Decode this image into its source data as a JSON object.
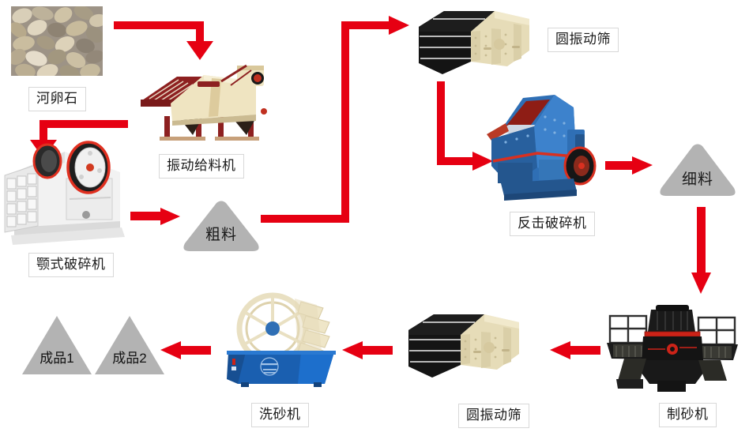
{
  "diagram": {
    "title": "River pebble sand making production line flow chart",
    "accent_color": "#E60012",
    "pile_color": "#B3B3B3",
    "background": "#FFFFFF"
  },
  "nodes": {
    "raw_material": {
      "label": "河卵石",
      "kind": "photo",
      "icon": "pebble-photo"
    },
    "vibrating_feeder": {
      "label": "振动给料机",
      "kind": "machine",
      "icon": "vibrating-feeder-icon"
    },
    "jaw_crusher": {
      "label": "颚式破碎机",
      "kind": "machine",
      "icon": "jaw-crusher-icon"
    },
    "coarse_material": {
      "label": "粗料",
      "kind": "pile",
      "icon": "material-pile-icon"
    },
    "circular_screen_top": {
      "label": "圆振动筛",
      "kind": "machine",
      "icon": "circular-vibrating-screen-icon"
    },
    "impact_crusher": {
      "label": "反击破碎机",
      "kind": "machine",
      "icon": "impact-crusher-icon"
    },
    "fine_material": {
      "label": "细料",
      "kind": "pile",
      "icon": "material-pile-icon"
    },
    "sand_making_machine": {
      "label": "制砂机",
      "kind": "machine",
      "icon": "sand-making-machine-icon"
    },
    "circular_screen_bottom": {
      "label": "圆振动筛",
      "kind": "machine",
      "icon": "circular-vibrating-screen-icon"
    },
    "sand_washer": {
      "label": "洗砂机",
      "kind": "machine",
      "icon": "sand-washing-machine-icon"
    },
    "product_1": {
      "label": "成品1",
      "kind": "triangle",
      "icon": "product-triangle-icon"
    },
    "product_2": {
      "label": "成品2",
      "kind": "triangle",
      "icon": "product-triangle-icon"
    }
  },
  "flow": [
    {
      "id": "f1",
      "from": "raw_material",
      "to": "vibrating_feeder",
      "shape": "elbow-right-down"
    },
    {
      "id": "f2",
      "from": "vibrating_feeder",
      "to": "jaw_crusher",
      "shape": "elbow-left-down"
    },
    {
      "id": "f3",
      "from": "jaw_crusher",
      "to": "coarse_material",
      "shape": "straight-right"
    },
    {
      "id": "f4",
      "from": "coarse_material",
      "to": "circular_screen_top",
      "shape": "elbow-up-right"
    },
    {
      "id": "f5",
      "from": "circular_screen_top",
      "to": "impact_crusher",
      "shape": "elbow-down-right"
    },
    {
      "id": "f6",
      "from": "impact_crusher",
      "to": "fine_material",
      "shape": "straight-right"
    },
    {
      "id": "f7",
      "from": "fine_material",
      "to": "sand_making_machine",
      "shape": "straight-down"
    },
    {
      "id": "f8",
      "from": "sand_making_machine",
      "to": "circular_screen_bottom",
      "shape": "straight-left"
    },
    {
      "id": "f9",
      "from": "circular_screen_bottom",
      "to": "sand_washer",
      "shape": "straight-left"
    },
    {
      "id": "f10",
      "from": "sand_washer",
      "to": "product_2",
      "shape": "straight-left"
    }
  ]
}
